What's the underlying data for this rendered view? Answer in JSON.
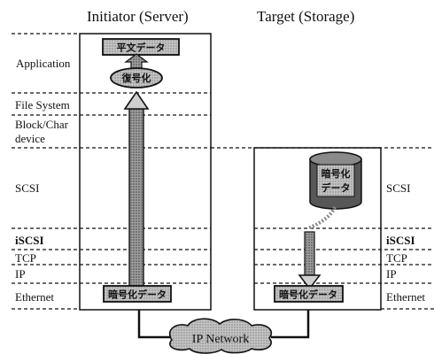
{
  "headers": {
    "initiator": "Initiator (Server)",
    "target": "Target (Storage)"
  },
  "left_layers": {
    "application": "Application",
    "file_system": "File System",
    "block_char_1": "Block/Char",
    "block_char_2": "device",
    "scsi": "SCSI",
    "iscsi": "iSCSI",
    "tcp": "TCP",
    "ip": "IP",
    "ethernet": "Ethernet"
  },
  "right_layers": {
    "scsi": "SCSI",
    "iscsi": "iSCSI",
    "tcp": "TCP",
    "ip": "IP",
    "ethernet": "Ethernet"
  },
  "server": {
    "plaintext_label": "平文データ",
    "decrypt_label": "復号化",
    "encrypted_label": "暗号化データ"
  },
  "storage": {
    "cylinder_line1": "暗号化",
    "cylinder_line2": "データ",
    "encrypted_label": "暗号化データ"
  },
  "network": {
    "label": "IP Network"
  },
  "colors": {
    "box_fill": "#bdbdbd",
    "arrow_fill": "#9a9a9a",
    "cylinder_fill": "#5a5a5a",
    "line": "#111111"
  }
}
